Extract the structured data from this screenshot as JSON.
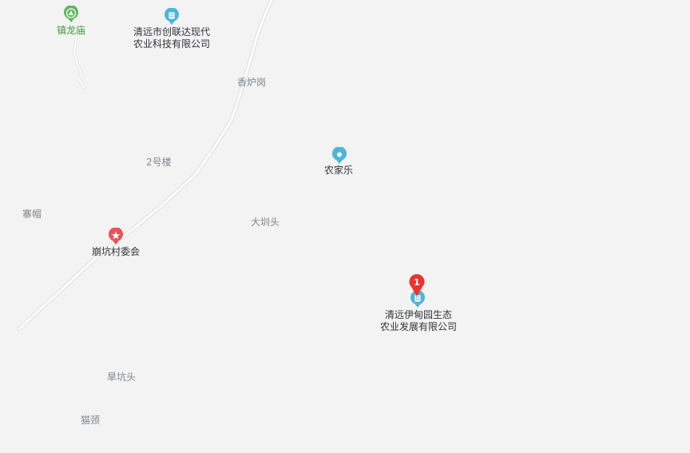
{
  "map": {
    "places": [
      {
        "id": "xianglugang",
        "name": "香炉岗"
      },
      {
        "id": "2haolou",
        "name": "2号楼"
      },
      {
        "id": "zhaimao",
        "name": "寨帽"
      },
      {
        "id": "dazhentou",
        "name": "大圳头"
      },
      {
        "id": "hankengtou",
        "name": "旱坑头"
      },
      {
        "id": "maojing",
        "name": "猫颈"
      }
    ],
    "pois": [
      {
        "id": "zhenlongmiao",
        "lines": [
          "镇龙庙"
        ],
        "icon": "temple-icon",
        "color": "#5cb85c"
      },
      {
        "id": "chuanglianda",
        "lines": [
          "清远市创联达现代",
          "农业科技有限公司"
        ],
        "icon": "building-icon",
        "color": "#4db6d8"
      },
      {
        "id": "nongjiale",
        "lines": [
          "农家乐"
        ],
        "icon": "dot-icon",
        "color": "#4db6d8"
      },
      {
        "id": "bengkengcunweihui",
        "lines": [
          "崩坑村委会"
        ],
        "icon": "star-icon",
        "color": "#e8525b"
      },
      {
        "id": "yidianyuan",
        "lines": [
          "清远伊甸园生态",
          "农业发展有限公司"
        ],
        "icon": "building-icon",
        "color": "#4db6d8"
      }
    ],
    "marker": {
      "label": "1",
      "color": "#e8352e"
    }
  }
}
